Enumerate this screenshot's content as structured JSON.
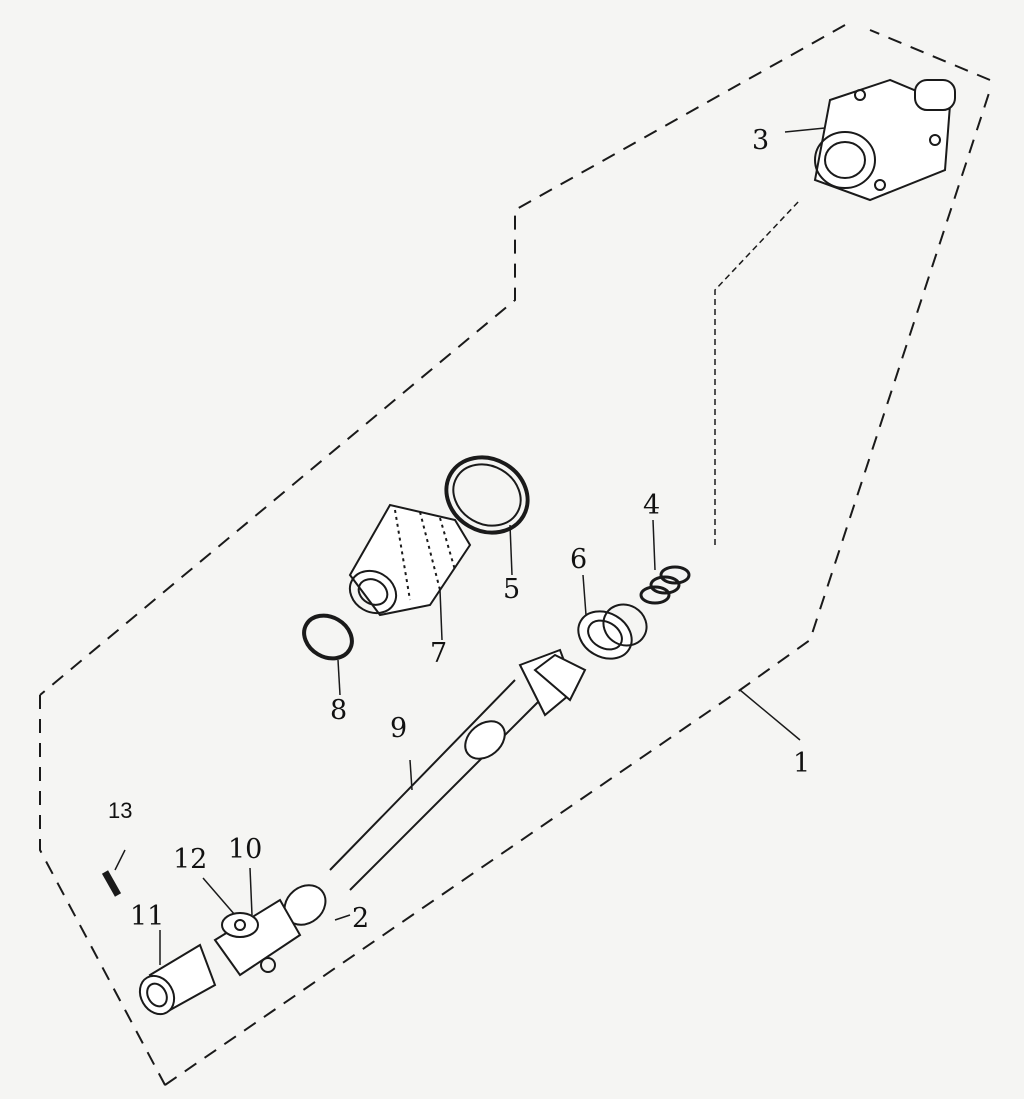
{
  "diagram": {
    "type": "exploded-parts-diagram",
    "callouts": {
      "p1": "1",
      "p2": "2",
      "p3": "3",
      "p4": "4",
      "p5": "5",
      "p6": "6",
      "p7": "7",
      "p8": "8",
      "p9": "9",
      "p10": "10",
      "p11": "11",
      "p12": "12",
      "p13": "13"
    },
    "colors": {
      "line": "#1a1a1a",
      "background": "#f5f5f3"
    }
  }
}
